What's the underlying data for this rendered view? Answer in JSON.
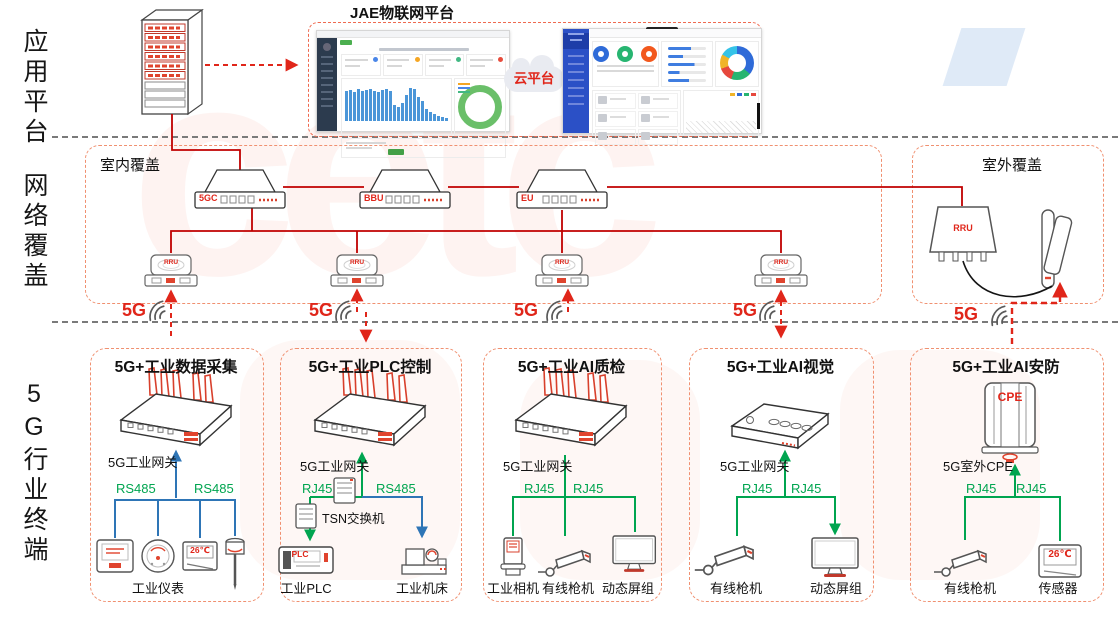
{
  "sections": {
    "app": "应用平台",
    "network": "网络覆盖",
    "terminal": "5G行业终端"
  },
  "platform": {
    "title": "JAE物联网平台",
    "cloud": "云平台"
  },
  "coverage": {
    "indoor": "室内覆盖",
    "outdoor": "室外覆盖",
    "core": "5GC",
    "bbu": "BBU",
    "eu": "EU",
    "rru": "RRU",
    "five_g": "5G"
  },
  "boxes": [
    {
      "title": "5G+工业数据采集",
      "gateway": "5G工业网关",
      "link_left": "RS485",
      "link_right": "RS485",
      "label_1": "工业仪表",
      "temp": "26℃"
    },
    {
      "title": "5G+工业PLC控制",
      "gateway": "5G工业网关",
      "link_left": "RJ45",
      "link_right": "RS485",
      "switch": "TSN交换机",
      "plc_chip": "PLC",
      "label_1": "工业PLC",
      "label_2": "工业机床"
    },
    {
      "title": "5G+工业AI质检",
      "gateway": "5G工业网关",
      "link_left": "RJ45",
      "link_right": "RJ45",
      "label_1": "工业相机",
      "label_2": "有线枪机",
      "label_3": "动态屏组"
    },
    {
      "title": "5G+工业AI视觉",
      "gateway": "5G工业网关",
      "link_left": "RJ45",
      "link_right": "RJ45",
      "label_1": "有线枪机",
      "label_2": "动态屏组"
    },
    {
      "title": "5G+工业AI安防",
      "gateway": "5G室外CPE",
      "cpe_chip": "CPE",
      "link_left": "RJ45",
      "link_right": "RJ45",
      "label_1": "有线枪机",
      "label_2": "传感器",
      "temp": "26℃"
    }
  ],
  "colors": {
    "line_red": "#c00000",
    "accent_red": "#e0261a",
    "green": "#00a550",
    "blue": "#2e75b6",
    "box_border": "#f09070"
  },
  "decor": {
    "bars": [
      30,
      31,
      29,
      32,
      30,
      31,
      32,
      30,
      29,
      31,
      32,
      30,
      16,
      14,
      18,
      26,
      33,
      32,
      24,
      20,
      12,
      9,
      7,
      5,
      4,
      3
    ]
  }
}
